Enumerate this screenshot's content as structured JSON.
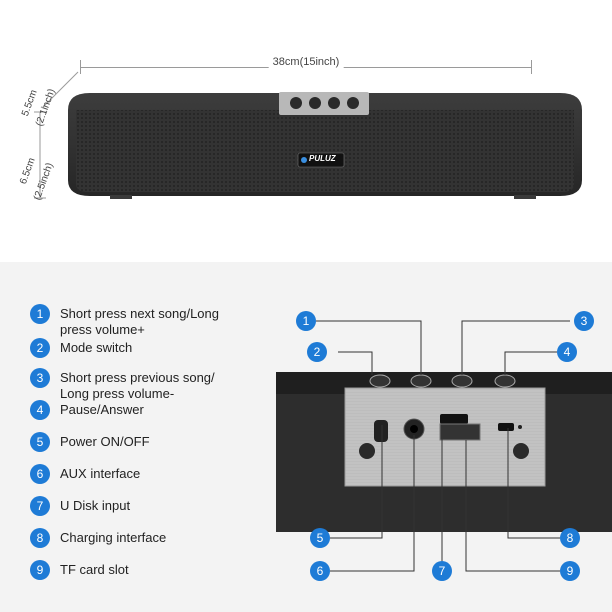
{
  "dimensions": {
    "width_label": "38cm(15inch)",
    "height1_cm": "5.5cm",
    "height1_inch": "(2.1inch)",
    "height2_cm": "6.5cm",
    "height2_inch": "(2.5inch)"
  },
  "brand": "PULUZ",
  "legend": [
    {
      "num": "1",
      "text": "Short press next song/Long press volume+"
    },
    {
      "num": "2",
      "text": "Mode switch"
    },
    {
      "num": "3",
      "text": "Short press previous song/ Long press volume-"
    },
    {
      "num": "4",
      "text": "Pause/Answer"
    },
    {
      "num": "5",
      "text": "Power ON/OFF"
    },
    {
      "num": "6",
      "text": "AUX interface"
    },
    {
      "num": "7",
      "text": "U Disk input"
    },
    {
      "num": "8",
      "text": "Charging interface"
    },
    {
      "num": "9",
      "text": "TF card slot"
    }
  ],
  "colors": {
    "badge": "#1e7bd6",
    "speaker_body": "#2e2e2e",
    "panel": "#b8b8b8"
  }
}
